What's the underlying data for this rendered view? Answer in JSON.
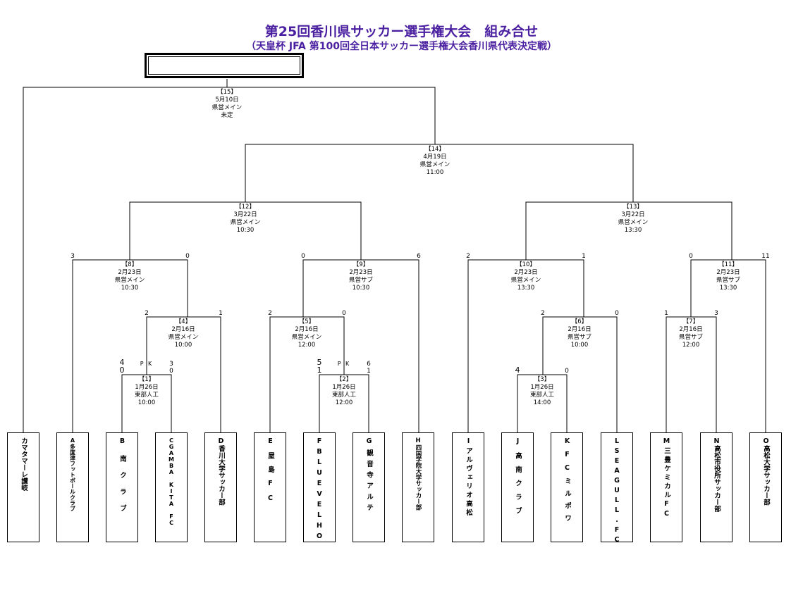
{
  "header": {
    "title": "第25回香川県サッカー選手権大会　組み合せ",
    "subtitle": "（天皇杯 JFA 第100回全日本サッカー選手権大会香川県代表決定戦）"
  },
  "matches": {
    "m1": {
      "no": "【1】",
      "date": "1月26日",
      "venue": "東部人工",
      "time": "10:00"
    },
    "m2": {
      "no": "【2】",
      "date": "1月26日",
      "venue": "東部人工",
      "time": "12:00"
    },
    "m3": {
      "no": "【3】",
      "date": "1月26日",
      "venue": "東部人工",
      "time": "14:00"
    },
    "m4": {
      "no": "【4】",
      "date": "2月16日",
      "venue": "県営メイン",
      "time": "10:00"
    },
    "m5": {
      "no": "【5】",
      "date": "2月16日",
      "venue": "県営メイン",
      "time": "12:00"
    },
    "m6": {
      "no": "【6】",
      "date": "2月16日",
      "venue": "県営サブ",
      "time": "10:00"
    },
    "m7": {
      "no": "【7】",
      "date": "2月16日",
      "venue": "県営サブ",
      "time": "12:00"
    },
    "m8": {
      "no": "【8】",
      "date": "2月23日",
      "venue": "県営メイン",
      "time": "10:30"
    },
    "m9": {
      "no": "【9】",
      "date": "2月23日",
      "venue": "県営サブ",
      "time": "10:30"
    },
    "m10": {
      "no": "【10】",
      "date": "2月23日",
      "venue": "県営メイン",
      "time": "13:30"
    },
    "m11": {
      "no": "【11】",
      "date": "2月23日",
      "venue": "県営サブ",
      "time": "13:30"
    },
    "m12": {
      "no": "【12】",
      "date": "3月22日",
      "venue": "県営メイン",
      "time": "10:30"
    },
    "m13": {
      "no": "【13】",
      "date": "3月22日",
      "venue": "県営メイン",
      "time": "13:30"
    },
    "m14": {
      "no": "【14】",
      "date": "4月19日",
      "venue": "県営メイン",
      "time": "11:00"
    },
    "m15": {
      "no": "【15】",
      "date": "5月10日",
      "venue": "県営メイン",
      "time": "未定"
    }
  },
  "scores": {
    "m8_l": "3",
    "m8_r": "0",
    "m9_l": "0",
    "m9_r": "6",
    "m10_l": "2",
    "m10_r": "1",
    "m11_l": "0",
    "m11_r": "11",
    "m4_l": "2",
    "m4_r": "1",
    "m5_l": "2",
    "m5_r": "0",
    "m6_l": "2",
    "m6_r": "0",
    "m7_l": "1",
    "m7_r": "3",
    "m1_l": "0",
    "m1_r": "0",
    "m1_pk_l": "4",
    "m1_pk_r": "3",
    "m2_l": "1",
    "m2_r": "1",
    "m2_pk_l": "5",
    "m2_pk_r": "6",
    "m3_l": "4",
    "m3_r": "0",
    "pk_label": "P K"
  },
  "teams": [
    "カマタマーレ讃岐",
    "A多度津フットボールクラブ",
    "B南クラブ",
    "CGAMBA KITA FC",
    "D香川大学サッカー部",
    "E屋島FC",
    "FBLUEVELHO",
    "G観音寺アルテ",
    "H四国学院大学サッカー部",
    "Iアルヴェリオ高松",
    "J高南クラブ",
    "KFCミルポワ",
    "LSEAGULL.FC",
    "M三豊ケミカルFC",
    "N高松市役所サッカー部",
    "O高松大学サッカー部"
  ]
}
